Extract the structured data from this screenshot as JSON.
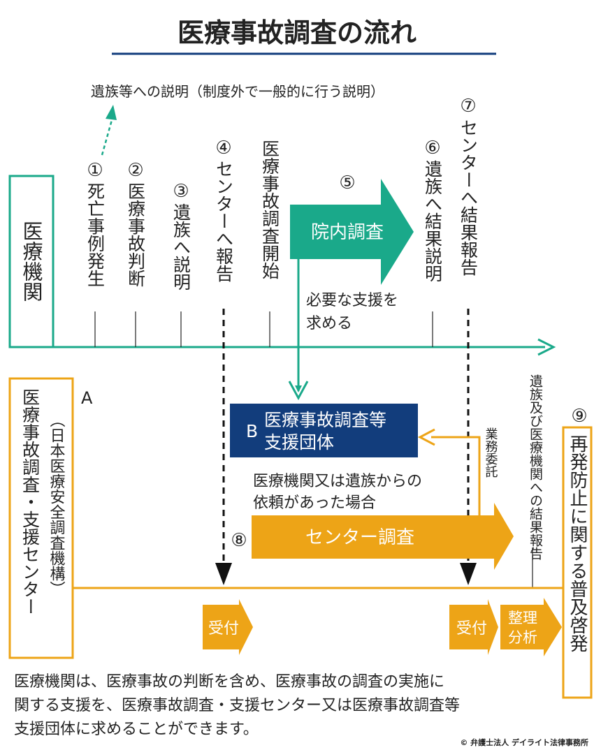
{
  "title": "医療事故調査の流れ",
  "top_note": "遺族等への説明（制度外で一般的に行う説明）",
  "medical_institution": "医療機関",
  "steps": [
    {
      "number": "①",
      "label": "死亡事例発生"
    },
    {
      "number": "②",
      "label": "医療事故判断"
    },
    {
      "number": "③",
      "label": "遺族へ説明"
    },
    {
      "number": "④",
      "label": "センターへ報告"
    },
    {
      "number": "",
      "label": "医療事故調査開始"
    },
    {
      "number": "⑤",
      "label": "院内調査"
    },
    {
      "number": "⑥",
      "label": "遺族へ結果説明"
    },
    {
      "number": "⑦",
      "label": "センターへ結果報告"
    }
  ],
  "support_request": {
    "line1": "必要な支援を",
    "line2": "求める"
  },
  "support_org": {
    "letter": "B",
    "line1": "医療事故調査等",
    "line2": "支援団体"
  },
  "center": {
    "letter": "A",
    "sub": "（日本医療安全調査機構）",
    "name": "医療事故調査・支援センター"
  },
  "request_note": {
    "line1": "医療機関又は遺族からの",
    "line2": "依頼があった場合"
  },
  "outsourcing": "業務委託",
  "center_investigation": {
    "number": "⑧",
    "label": "センター調査"
  },
  "result_report": "遺族及び医療機関への結果報告",
  "reception1": "受付",
  "reception2": "受付",
  "analysis": {
    "line1": "整理",
    "line2": "分析"
  },
  "prevention": {
    "number": "⑨",
    "label": "再発防止に関する普及啓発"
  },
  "footer": {
    "line1": "医療機関は、医療事故の判断を含め、医療事故の調査の実施に",
    "line2": "関する支援を、医療事故調査・支援センター又は医療事故調査等",
    "line3": "支援団体に求めることができます。"
  },
  "copyright": "© 弁護士法人 デイライト法律事務所",
  "colors": {
    "teal": "#1aa98a",
    "orange": "#eda417",
    "navy": "#123d7c",
    "dark": "#222222"
  }
}
